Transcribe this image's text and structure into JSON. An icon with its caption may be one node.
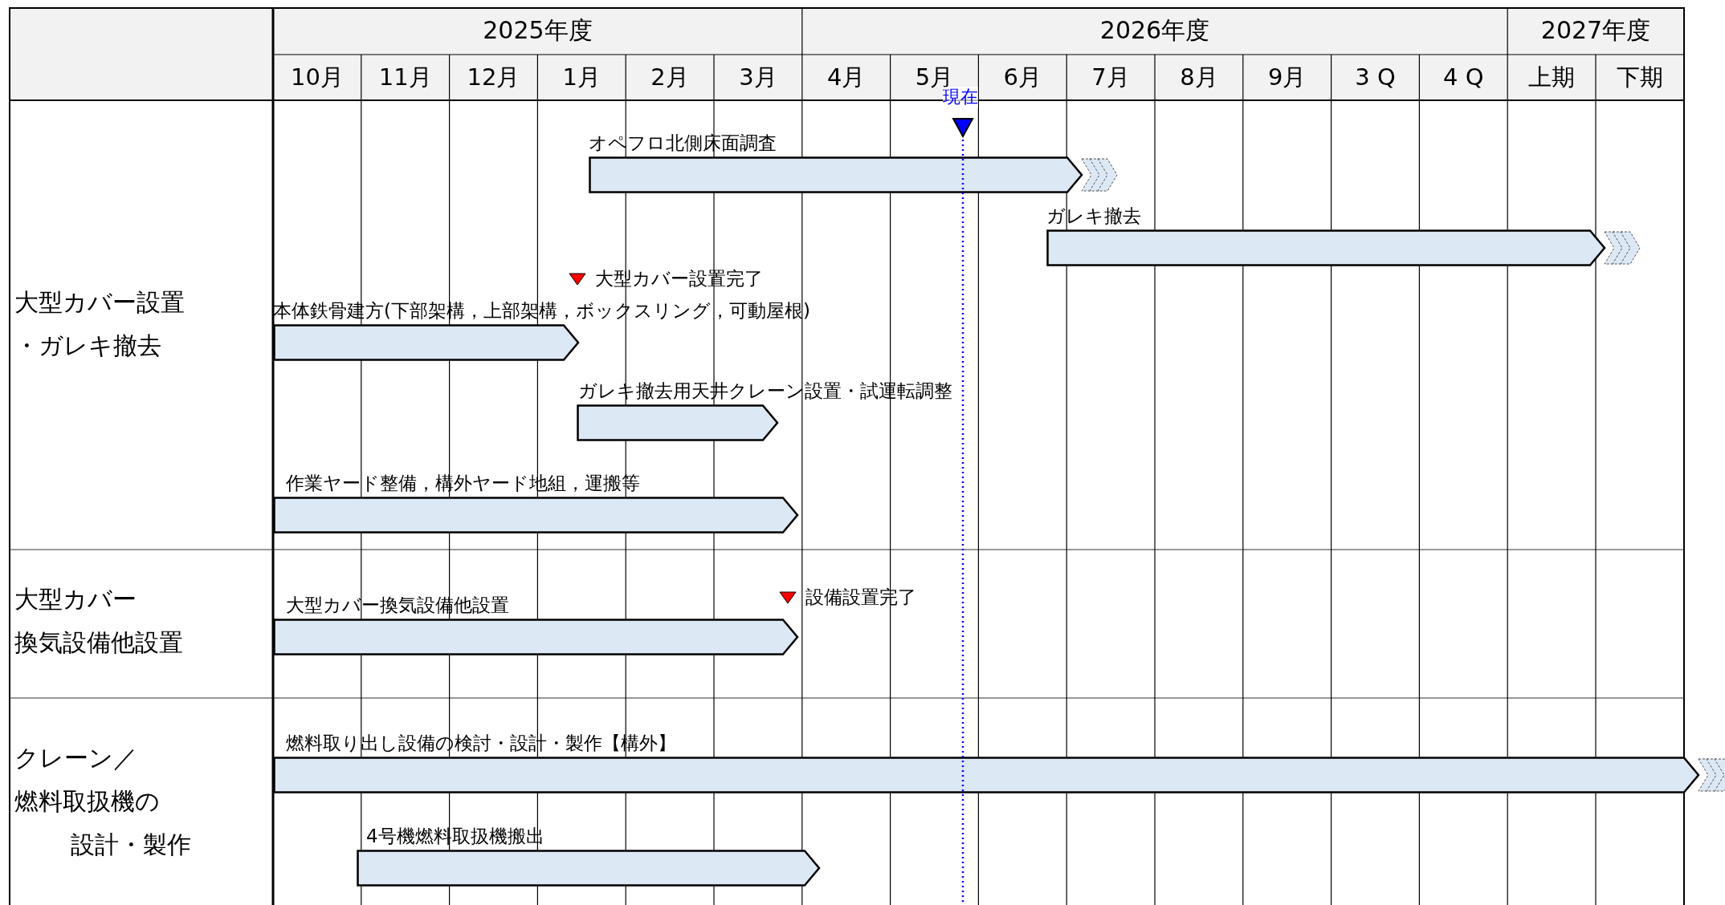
{
  "diagram": {
    "nodes": [
      {
        "text": [
          "オペフロ北側床面調査"
        ]
      },
      {
        "text": [
          "ガレキ撤去"
        ]
      },
      {
        "text": [
          "本体鉄骨建方(下部架構，上部架構，ボックスリング，可動屋根)"
        ]
      },
      {
        "text": [
          "ガレキ撤去用天井クレーン設置・試運転調整"
        ]
      },
      {
        "text": [
          "作業ヤード整備，構外ヤード地組，運搬等"
        ]
      },
      {
        "text": [
          "大型カバー換気設備他設置"
        ]
      },
      {
        "text": [
          "燃料取り出し設備の検討・設計・製作【構外】"
        ]
      },
      {
        "text": [
          "4号機燃料取扱機搬出"
        ]
      }
    ],
    "labels": [
      "2025年度",
      "2026年度",
      "2027年度",
      "10月",
      "11月",
      "12月",
      "1月",
      "2月",
      "3月",
      "4月",
      "5月",
      "6月",
      "7月",
      "8月",
      "9月",
      "3 Q",
      "4 Q",
      "上期",
      "下期",
      "現在",
      "大型カバー設置・ガレキ撤去",
      "大型カバー設置完了",
      "大型カバー換気設備他設置",
      "設備設置完了",
      "クレーン／燃料取扱機の設計・製作"
    ]
  }
}
